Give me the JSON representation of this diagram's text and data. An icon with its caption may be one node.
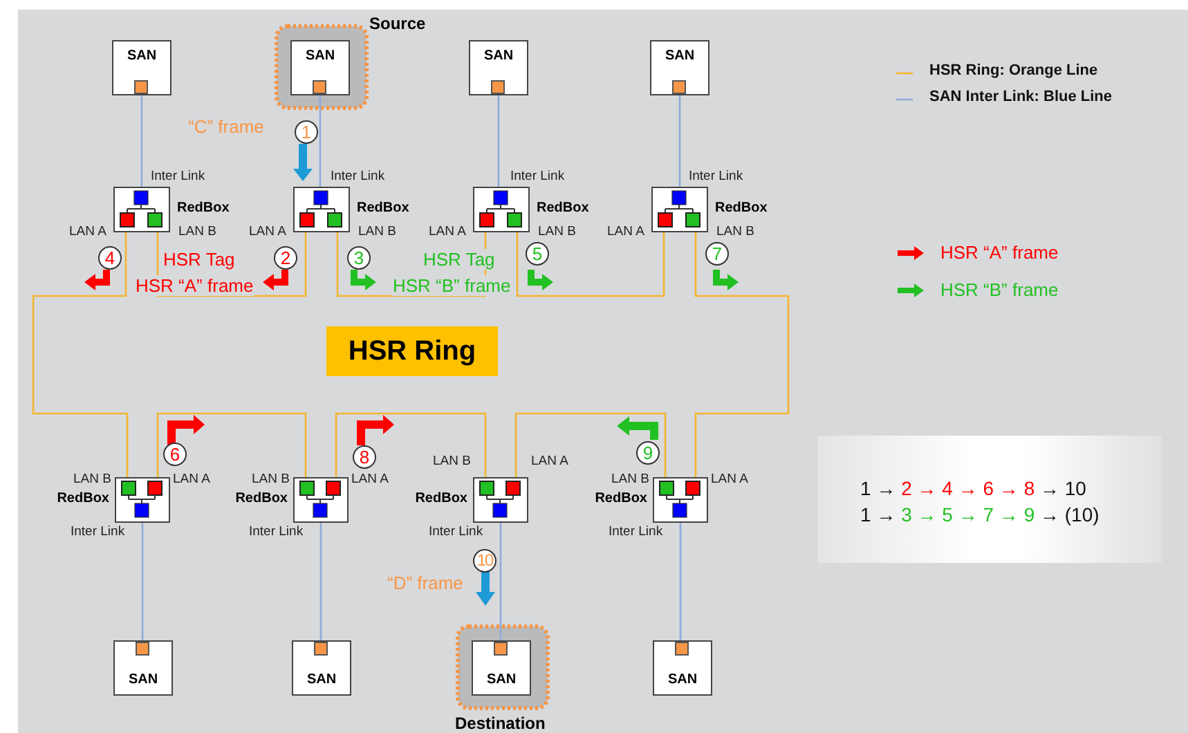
{
  "diagram": {
    "nodes": [
      {
        "text": [
          "SAN"
        ]
      },
      {
        "text": [
          "SAN"
        ],
        "beside": [
          "Source"
        ]
      },
      {
        "text": [
          "SAN"
        ]
      },
      {
        "text": [
          "SAN"
        ]
      },
      {
        "text": [
          "RedBox"
        ],
        "beside": [
          "Inter Link",
          "LAN A",
          "LAN B"
        ]
      },
      {
        "text": [
          "RedBox"
        ],
        "beside": [
          "Inter Link",
          "LAN A",
          "LAN B"
        ]
      },
      {
        "text": [
          "RedBox"
        ],
        "beside": [
          "Inter Link",
          "LAN A",
          "LAN B"
        ]
      },
      {
        "text": [
          "RedBox"
        ],
        "beside": [
          "Inter Link",
          "LAN A",
          "LAN B"
        ]
      },
      {
        "text": [
          "HSR Ring"
        ]
      },
      {
        "text": [
          "RedBox"
        ],
        "beside": [
          "LAN B",
          "LAN A",
          "Inter Link"
        ]
      },
      {
        "text": [
          "RedBox"
        ],
        "beside": [
          "LAN B",
          "LAN A",
          "Inter Link"
        ]
      },
      {
        "text": [
          "RedBox"
        ],
        "beside": [
          "LAN B",
          "LAN A",
          "Inter Link"
        ]
      },
      {
        "text": [
          "RedBox"
        ],
        "beside": [
          "LAN B",
          "LAN A",
          "Inter Link"
        ]
      },
      {
        "text": [
          "SAN"
        ]
      },
      {
        "text": [
          "SAN"
        ]
      },
      {
        "text": [
          "SAN"
        ],
        "beside": [
          "Destination"
        ]
      },
      {
        "text": [
          "SAN"
        ]
      },
      {
        "text": [
          "1 → 2 → 4 → 6 → 8 → 10",
          "1 → 3 → 5 → 7 → 9 → (10)"
        ]
      }
    ],
    "edges": [
      {
        "from": 0,
        "to": 4,
        "arrow": "none",
        "color": "#8faadc"
      },
      {
        "from": 1,
        "to": 5,
        "arrow": "none",
        "color": "#8faadc"
      },
      {
        "from": 2,
        "to": 6,
        "arrow": "none",
        "color": "#8faadc"
      },
      {
        "from": 3,
        "to": 7,
        "arrow": "none",
        "color": "#8faadc"
      },
      {
        "from": 4,
        "to": 5,
        "arrow": "none",
        "color": "#f2b631"
      },
      {
        "from": 5,
        "to": 6,
        "arrow": "none",
        "color": "#f2b631"
      },
      {
        "from": 6,
        "to": 7,
        "arrow": "none",
        "color": "#f2b631"
      },
      {
        "from": 7,
        "to": 12,
        "arrow": "none",
        "color": "#f2b631"
      },
      {
        "from": 12,
        "to": 11,
        "arrow": "none",
        "color": "#f2b631"
      },
      {
        "from": 11,
        "to": 10,
        "arrow": "none",
        "color": "#f2b631"
      },
      {
        "from": 10,
        "to": 9,
        "arrow": "none",
        "color": "#f2b631"
      },
      {
        "from": 9,
        "to": 4,
        "arrow": "none",
        "color": "#f2b631"
      },
      {
        "from": 9,
        "to": 13,
        "arrow": "none",
        "color": "#8faadc"
      },
      {
        "from": 10,
        "to": 14,
        "arrow": "none",
        "color": "#8faadc"
      },
      {
        "from": 11,
        "to": 15,
        "arrow": "none",
        "color": "#8faadc"
      },
      {
        "from": 12,
        "to": 16,
        "arrow": "none",
        "color": "#8faadc"
      }
    ],
    "labels": [
      "“C” frame",
      "1",
      "4",
      "HSR Tag",
      "2",
      "3",
      "HSR Tag",
      "5",
      "7",
      "HSR “A” frame",
      "HSR “B” frame",
      "6",
      "8",
      "9",
      "10",
      "“D” frame"
    ],
    "legend": [
      {
        "text": "HSR Ring: Orange Line"
      },
      {
        "text": "SAN Inter Link: Blue Line"
      },
      {
        "text": "HSR “A” frame"
      },
      {
        "text": "HSR “B” frame"
      }
    ]
  }
}
